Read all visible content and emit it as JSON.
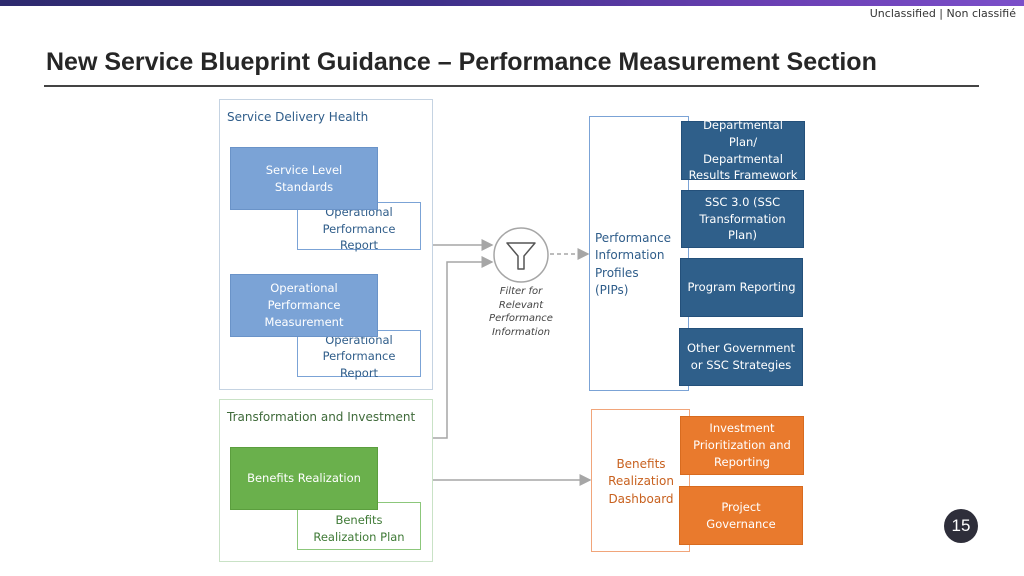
{
  "header": {
    "classification": "Unclassified | Non classifié",
    "title": "New Service Blueprint Guidance – Performance Measurement Section"
  },
  "left": {
    "sdh": {
      "label": "Service Delivery Health",
      "service_level_standards": "Service Level Standards",
      "op_report_1": "Operational Performance Report",
      "op_perf_measurement": "Operational Performance Measurement",
      "op_report_2": "Operational Performance Report"
    },
    "ti": {
      "label": "Transformation and Investment",
      "benefits_realization": "Benefits Realization",
      "benefits_realization_plan": "Benefits Realization Plan"
    }
  },
  "filter": {
    "caption": "Filter for Relevant Performance Information"
  },
  "pips": {
    "label": "Performance Information Profiles (PIPs)",
    "items": [
      "Departmental Plan/ Departmental Results Framework",
      "SSC 3.0 (SSC Transformation Plan)",
      "Program Reporting",
      "Other Government or SSC Strategies"
    ]
  },
  "brd": {
    "label": "Benefits Realization Dashboard",
    "items": [
      "Investment Prioritization and Reporting",
      "Project Governance"
    ]
  },
  "footer": {
    "page_number": "15"
  },
  "colors": {
    "navy": "#2f5f8a",
    "light_blue": "#7ba3d6",
    "orange": "#e97a2d",
    "green": "#6ab04c"
  }
}
